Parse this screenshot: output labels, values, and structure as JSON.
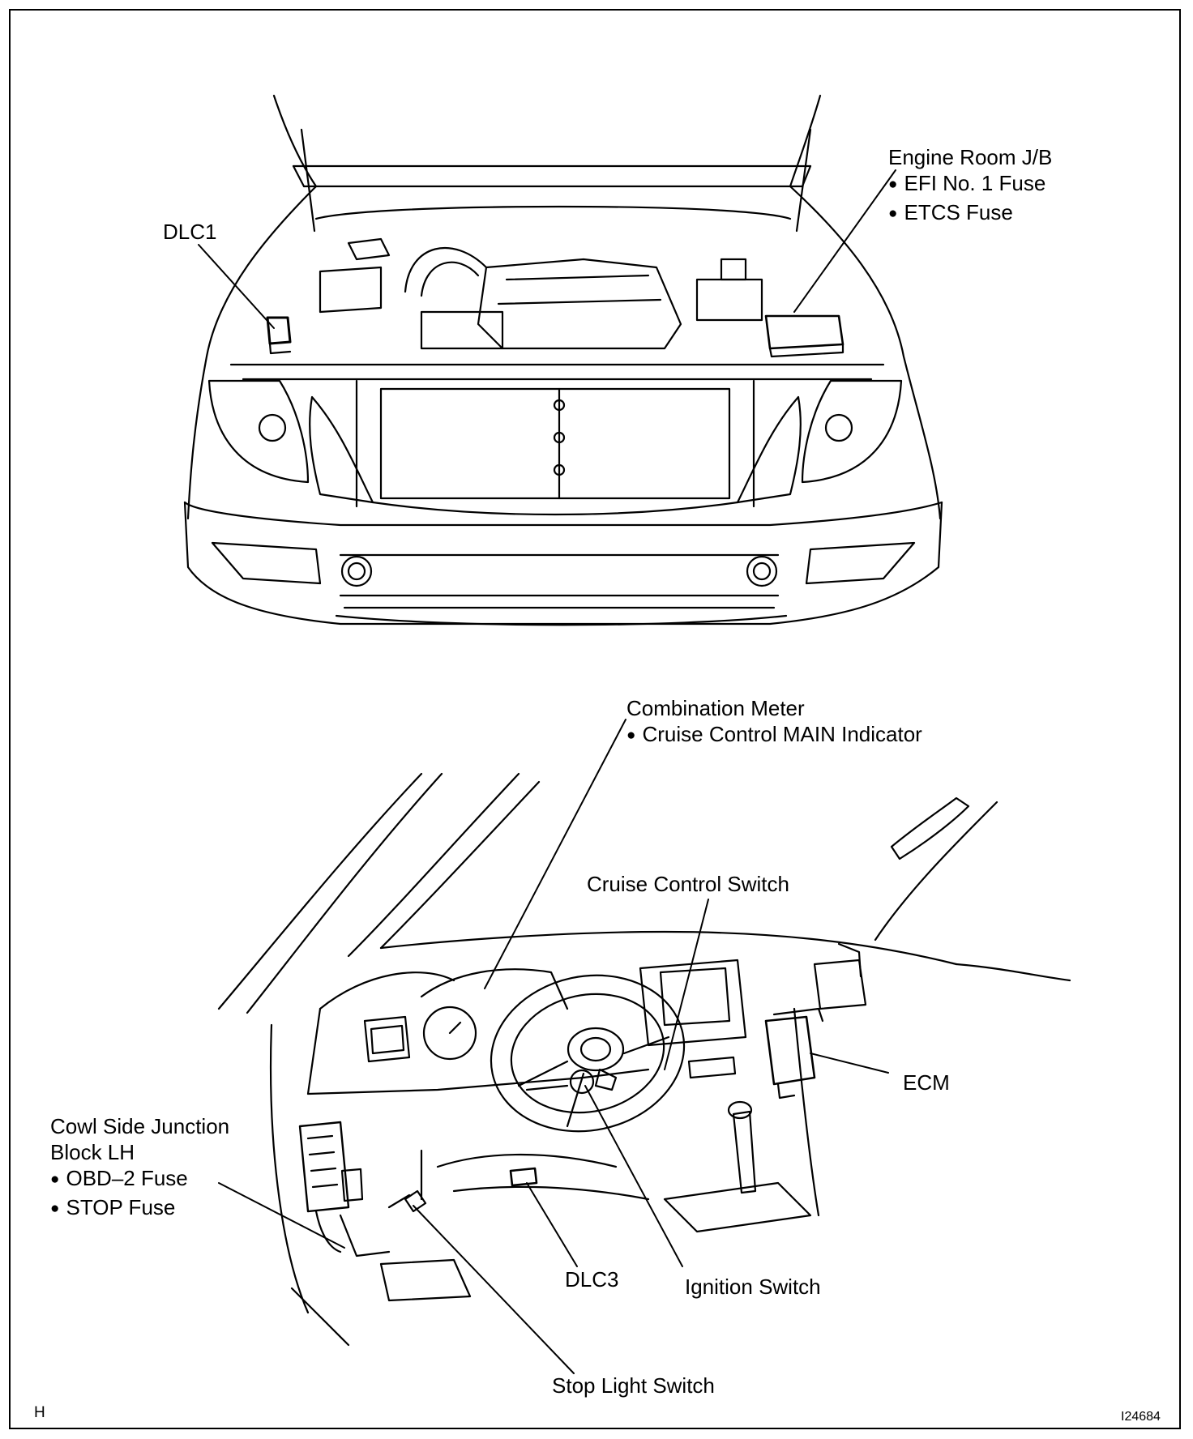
{
  "labels": {
    "engine_room_jb": {
      "title": "Engine Room J/B",
      "items": [
        "EFI No. 1 Fuse",
        "ETCS Fuse"
      ]
    },
    "dlc1": "DLC1",
    "combination_meter": {
      "title": "Combination Meter",
      "items": [
        "Cruise Control MAIN Indicator"
      ]
    },
    "cruise_control_switch": "Cruise Control Switch",
    "ecm": "ECM",
    "cowl_side_junction_block": {
      "title_line1": "Cowl Side Junction",
      "title_line2": "Block LH",
      "items": [
        "OBD–2 Fuse",
        "STOP Fuse"
      ]
    },
    "dlc3": "DLC3",
    "ignition_switch": "Ignition Switch",
    "stop_light_switch": "Stop Light Switch"
  },
  "corner": {
    "left_code": "H",
    "figure_id": "I24684"
  }
}
